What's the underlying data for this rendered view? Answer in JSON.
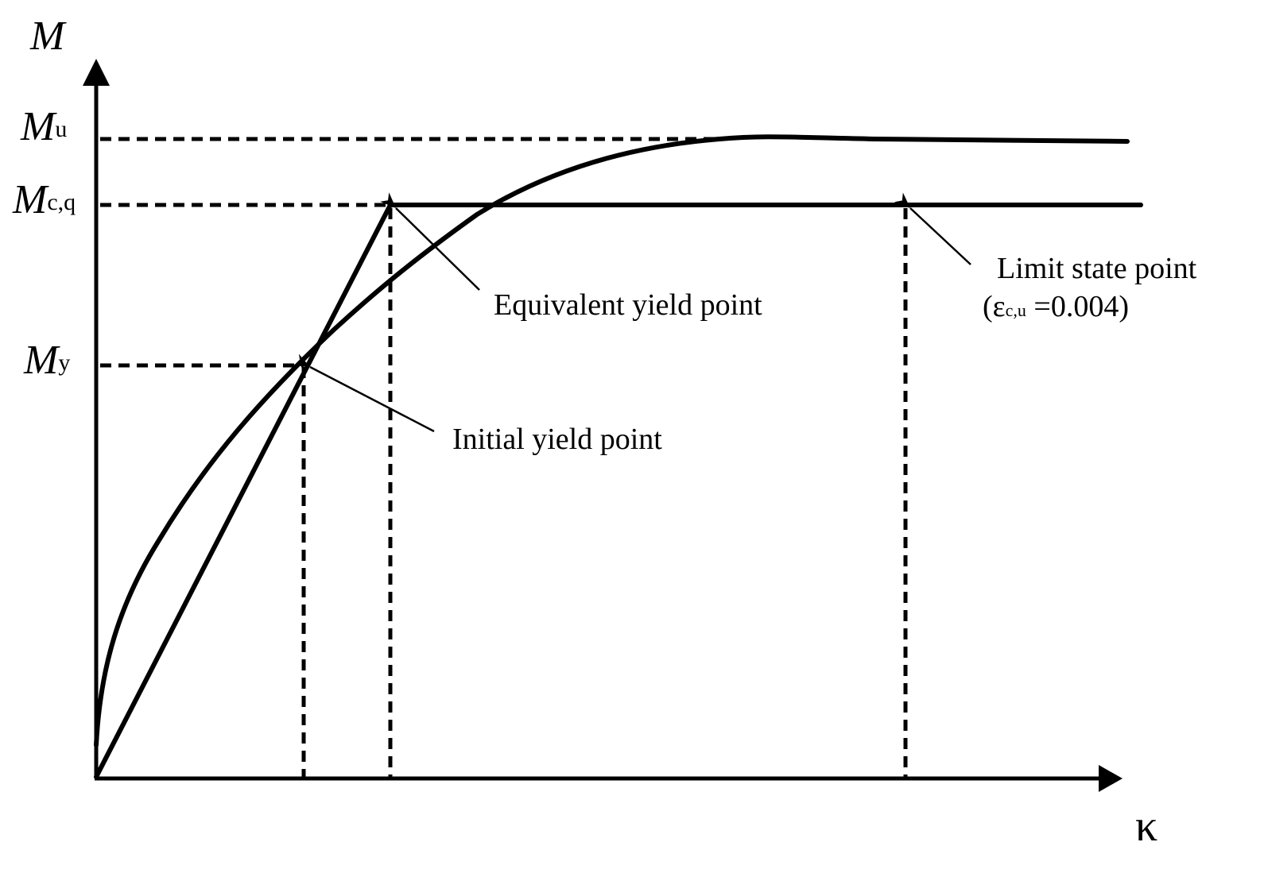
{
  "axes": {
    "y_symbol": "M",
    "x_symbol": "κ"
  },
  "levels": {
    "mu": {
      "main": "M",
      "sub": "u"
    },
    "mcq": {
      "main": "M",
      "sub": "c,q"
    },
    "my": {
      "main": "M",
      "sub": "y"
    }
  },
  "annotations": {
    "equivalent_yield": "Equivalent yield point",
    "initial_yield": "Initial yield point",
    "limit_state": "Limit state point",
    "limit_state_condition": {
      "open": "(",
      "symbol": "ε",
      "sub": "c,u",
      "value": " =0.004)"
    }
  },
  "colors": {
    "line": "#000000",
    "background": "#ffffff"
  }
}
